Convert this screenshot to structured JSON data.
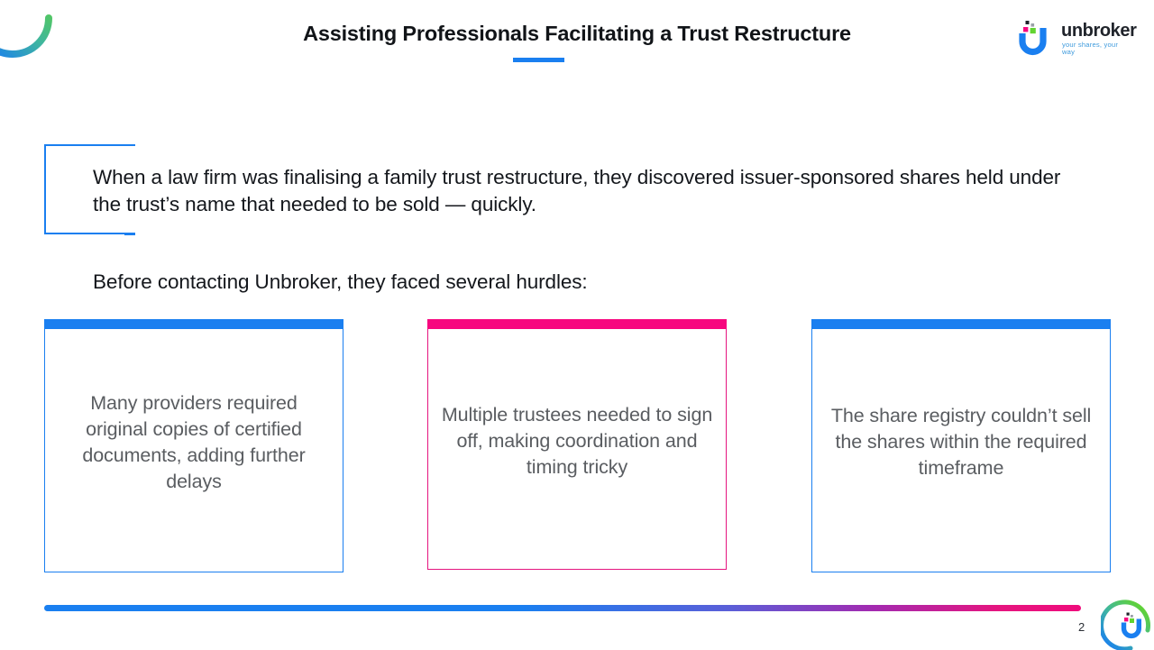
{
  "slide": {
    "page_number": "2",
    "title": "Assisting Professionals Facilitating a Trust Restructure"
  },
  "brand": {
    "wordmark": "unbroker",
    "tagline": "your shares, your way",
    "logo_mark_name": "unbroker-u-logo"
  },
  "intro": {
    "paragraph": "When a law firm was finalising a family trust restructure, they discovered issuer-sponsored shares held under the trust’s name that needed to be sold — quickly."
  },
  "subheading": {
    "text": "Before contacting Unbroker, they faced several hurdles:"
  },
  "hurdles": [
    {
      "text": "Many providers required original copies of certified documents, adding further delays",
      "accent": "#1a7ff0"
    },
    {
      "text": "Multiple trustees needed to sign off, making coordination and timing tricky",
      "accent": "#f7077f"
    },
    {
      "text": "The share registry couldn’t sell the shares within the required timeframe",
      "accent": "#1a7ff0"
    }
  ],
  "colors": {
    "blue": "#1a7ff0",
    "pink": "#e5157f",
    "green": "#62d431",
    "title_text": "#111418",
    "body_text": "#14171c",
    "card_text": "#5a5d61"
  }
}
